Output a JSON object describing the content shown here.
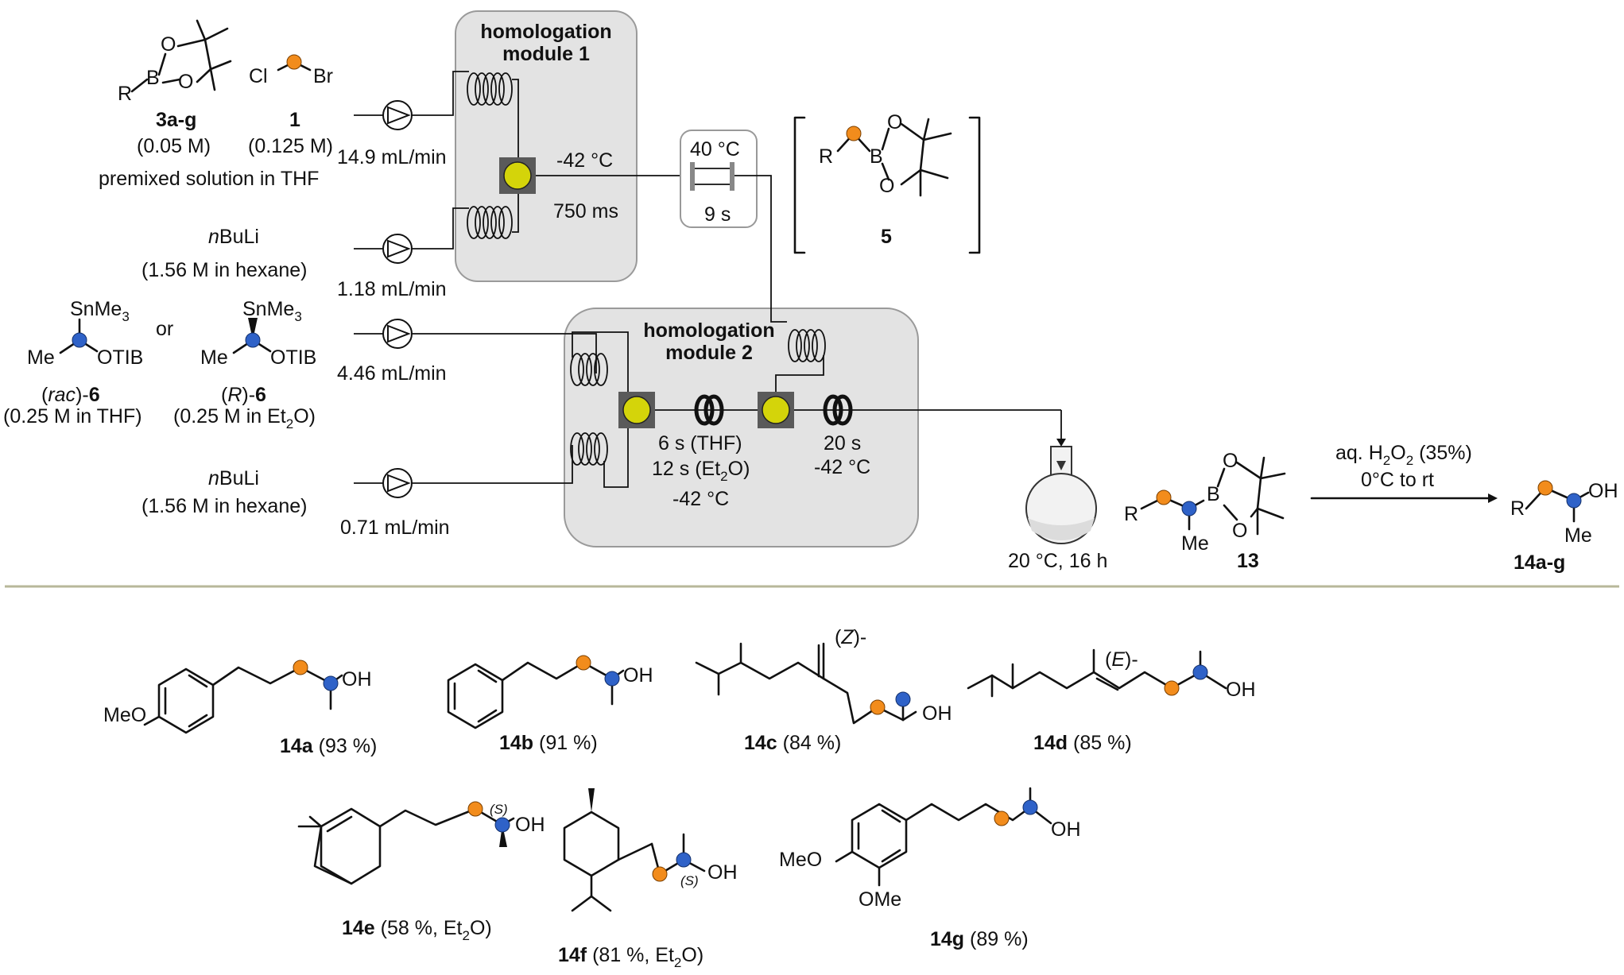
{
  "reagents": {
    "boronate": {
      "label": "3a-g",
      "conc": "(0.05 M)",
      "R": "R",
      "B": "B",
      "O1": "O",
      "O2": "O"
    },
    "halide": {
      "label": "1",
      "conc": "(0.125 M)",
      "Cl": "Cl",
      "Br": "Br"
    },
    "premixed_note": "premixed solution in THF",
    "nBuLi_1": {
      "name_italic": "n",
      "name_rest": "BuLi",
      "conc": "(1.56 M in hexane)"
    },
    "nBuLi_2": {
      "name_italic": "n",
      "name_rest": "BuLi",
      "conc": "(1.56 M in hexane)"
    },
    "stannane_rac": {
      "top": "SnMe",
      "top_sub": "3",
      "left": "Me",
      "right": "OTIB",
      "label_open": "(",
      "label_italic": "rac",
      "label_close": ")-",
      "label_num": "6",
      "conc": "(0.25 M in THF)"
    },
    "or_text": "or",
    "stannane_R": {
      "top": "SnMe",
      "top_sub": "3",
      "left": "Me",
      "right": "OTIB",
      "label_open": "(",
      "label_italic": "R",
      "label_close": ")-",
      "label_num": "6",
      "conc_pre": "(0.25 M in Et",
      "conc_sub": "2",
      "conc_post": "O)"
    }
  },
  "flow": {
    "rate_1": "14.9 mL/min",
    "rate_2": "1.18 mL/min",
    "rate_3": "4.46 mL/min",
    "rate_4": "0.71 mL/min",
    "module1": {
      "title_line1": "homologation",
      "title_line2": "module 1",
      "temp": "-42 °C",
      "time": "750 ms"
    },
    "heater": {
      "temp": "40 °C",
      "time": "9 s"
    },
    "module2": {
      "title_line1": "homologation",
      "title_line2": "module 2",
      "time_thf": "6 s (THF)",
      "time_et2o_pre": "12 s (Et",
      "time_et2o_sub": "2",
      "time_et2o_post": "O)",
      "temp_a": "-42 °C",
      "time_b": "20 s",
      "temp_b": "-42 °C"
    },
    "flask_condition": "20 °C, 16 h"
  },
  "intermediate": {
    "label": "5",
    "R": "R",
    "B": "B",
    "O1": "O",
    "O2": "O"
  },
  "product13": {
    "label": "13",
    "R": "R",
    "B": "B",
    "O1": "O",
    "O2": "O",
    "Me": "Me"
  },
  "oxidation": {
    "line1_pre": "aq. H",
    "line1_sub1": "2",
    "line1_mid": "O",
    "line1_sub2": "2",
    "line1_post": " (35%)",
    "line2": "0°C to rt"
  },
  "final": {
    "label": "14a-g",
    "R": "R",
    "OH": "OH",
    "Me": "Me"
  },
  "products": [
    {
      "id": "14a",
      "yield": " (93 %)",
      "OH": "OH",
      "MeO": "MeO"
    },
    {
      "id": "14b",
      "yield": " (91 %)",
      "OH": "OH"
    },
    {
      "id": "14c",
      "yield": " (84 %)",
      "OH": "OH",
      "stereo_open": "(",
      "stereo": "Z",
      "stereo_close": ")-"
    },
    {
      "id": "14d",
      "yield": " (85 %)",
      "OH": "OH",
      "stereo_open": "(",
      "stereo": "E",
      "stereo_close": ")-"
    },
    {
      "id": "14e",
      "yield_pre": " (58 %, Et",
      "yield_sub": "2",
      "yield_post": "O)",
      "OH": "OH",
      "stereo": "(S)"
    },
    {
      "id": "14f",
      "yield_pre": " (81 %, Et",
      "yield_sub": "2",
      "yield_post": "O)",
      "OH": "OH",
      "stereo": "(S)"
    },
    {
      "id": "14g",
      "yield": " (89 %)",
      "OH": "OH",
      "MeO": "MeO",
      "OMe": "OMe"
    }
  ],
  "colors": {
    "module_fill": "#e3e3e3",
    "mixer": "#d4d40a",
    "orange_atom": "#f28c1c",
    "blue_atom": "#2f62c8",
    "divider": "#b8b89a"
  }
}
